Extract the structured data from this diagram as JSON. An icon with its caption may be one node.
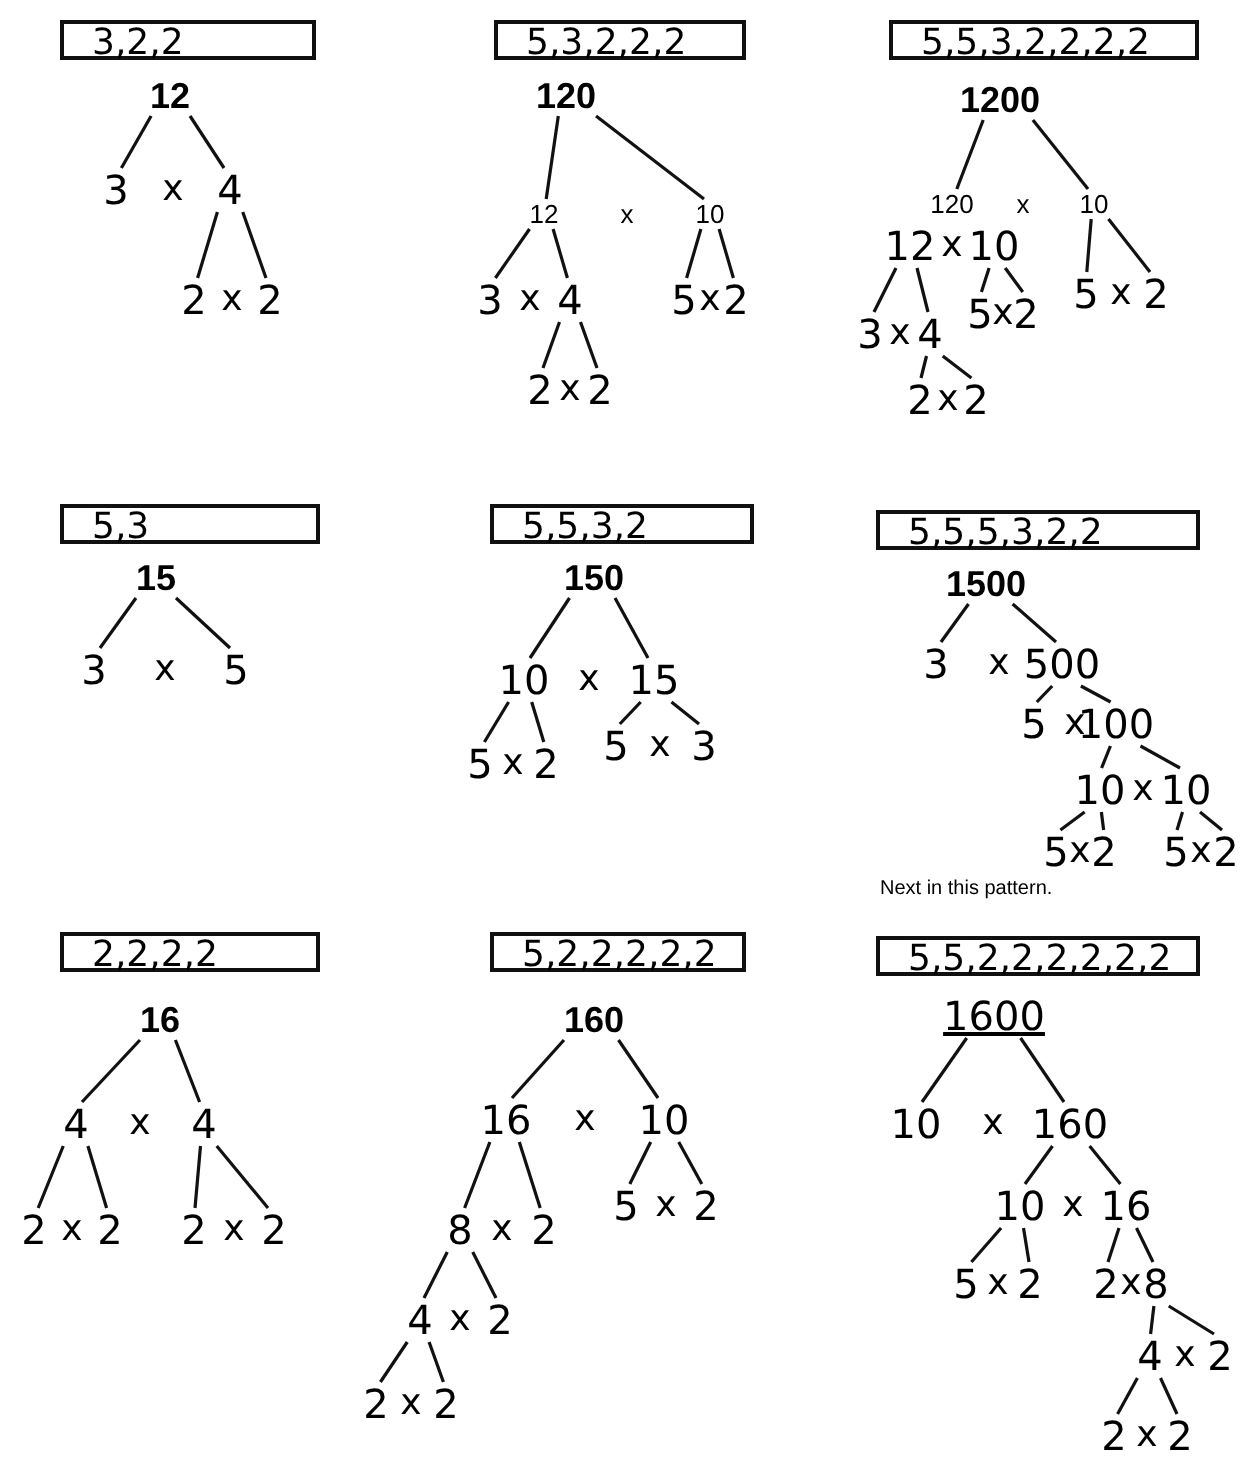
{
  "diagram": {
    "nodes": [
      {
        "text": [
          "3,2,2"
        ]
      },
      {
        "text": [
          "12"
        ]
      },
      {
        "text": [
          "3"
        ]
      },
      {
        "text": [
          "4"
        ]
      },
      {
        "text": [
          "2"
        ]
      },
      {
        "text": [
          "2"
        ]
      },
      {
        "text": [
          "5,3,2,2,2"
        ]
      },
      {
        "text": [
          "120"
        ]
      },
      {
        "text": [
          "12"
        ]
      },
      {
        "text": [
          "10"
        ]
      },
      {
        "text": [
          "3"
        ]
      },
      {
        "text": [
          "4"
        ]
      },
      {
        "text": [
          "5"
        ]
      },
      {
        "text": [
          "2"
        ]
      },
      {
        "text": [
          "2"
        ]
      },
      {
        "text": [
          "2"
        ]
      },
      {
        "text": [
          "5,5,3,2,2,2,2"
        ]
      },
      {
        "text": [
          "1200"
        ]
      },
      {
        "text": [
          "120"
        ]
      },
      {
        "text": [
          "10"
        ]
      },
      {
        "text": [
          "12"
        ]
      },
      {
        "text": [
          "10"
        ]
      },
      {
        "text": [
          "5"
        ]
      },
      {
        "text": [
          "2"
        ]
      },
      {
        "text": [
          "5"
        ]
      },
      {
        "text": [
          "2"
        ]
      },
      {
        "text": [
          "3"
        ]
      },
      {
        "text": [
          "4"
        ]
      },
      {
        "text": [
          "2"
        ]
      },
      {
        "text": [
          "2"
        ]
      },
      {
        "text": [
          "5,3"
        ]
      },
      {
        "text": [
          "15"
        ]
      },
      {
        "text": [
          "3"
        ]
      },
      {
        "text": [
          "5"
        ]
      },
      {
        "text": [
          "5,5,3,2"
        ]
      },
      {
        "text": [
          "150"
        ]
      },
      {
        "text": [
          "10"
        ]
      },
      {
        "text": [
          "15"
        ]
      },
      {
        "text": [
          "5"
        ]
      },
      {
        "text": [
          "2"
        ]
      },
      {
        "text": [
          "5"
        ]
      },
      {
        "text": [
          "3"
        ]
      },
      {
        "text": [
          "5,5,5,3,2,2"
        ]
      },
      {
        "text": [
          "1500"
        ]
      },
      {
        "text": [
          "3"
        ]
      },
      {
        "text": [
          "500"
        ]
      },
      {
        "text": [
          "5"
        ]
      },
      {
        "text": [
          "100"
        ]
      },
      {
        "text": [
          "10"
        ]
      },
      {
        "text": [
          "10"
        ]
      },
      {
        "text": [
          "5"
        ]
      },
      {
        "text": [
          "2"
        ]
      },
      {
        "text": [
          "5"
        ]
      },
      {
        "text": [
          "2"
        ]
      },
      {
        "text": [
          "2,2,2,2"
        ]
      },
      {
        "text": [
          "16"
        ]
      },
      {
        "text": [
          "4"
        ]
      },
      {
        "text": [
          "4"
        ]
      },
      {
        "text": [
          "2"
        ]
      },
      {
        "text": [
          "2"
        ]
      },
      {
        "text": [
          "2"
        ]
      },
      {
        "text": [
          "2"
        ]
      },
      {
        "text": [
          "5,2,2,2,2,2"
        ]
      },
      {
        "text": [
          "160"
        ]
      },
      {
        "text": [
          "16"
        ]
      },
      {
        "text": [
          "10"
        ]
      },
      {
        "text": [
          "8"
        ]
      },
      {
        "text": [
          "2"
        ]
      },
      {
        "text": [
          "5"
        ]
      },
      {
        "text": [
          "2"
        ]
      },
      {
        "text": [
          "4"
        ]
      },
      {
        "text": [
          "2"
        ]
      },
      {
        "text": [
          "2"
        ]
      },
      {
        "text": [
          "2"
        ]
      },
      {
        "text": [
          "5,5,2,2,2,2,2,2"
        ]
      },
      {
        "text": [
          "1600"
        ]
      },
      {
        "text": [
          "10"
        ]
      },
      {
        "text": [
          "160"
        ]
      },
      {
        "text": [
          "10"
        ]
      },
      {
        "text": [
          "16"
        ]
      },
      {
        "text": [
          "5"
        ]
      },
      {
        "text": [
          "2"
        ]
      },
      {
        "text": [
          "2"
        ]
      },
      {
        "text": [
          "8"
        ]
      },
      {
        "text": [
          "4"
        ]
      },
      {
        "text": [
          "2"
        ]
      },
      {
        "text": [
          "2"
        ]
      },
      {
        "text": [
          "2"
        ]
      }
    ],
    "edges": [
      {
        "from": 1,
        "to": 2,
        "arrow": "none"
      },
      {
        "from": 1,
        "to": 3,
        "arrow": "none"
      },
      {
        "from": 3,
        "to": 4,
        "arrow": "none"
      },
      {
        "from": 3,
        "to": 5,
        "arrow": "none"
      },
      {
        "from": 7,
        "to": 8,
        "arrow": "none"
      },
      {
        "from": 7,
        "to": 9,
        "arrow": "none"
      },
      {
        "from": 8,
        "to": 10,
        "arrow": "none"
      },
      {
        "from": 8,
        "to": 11,
        "arrow": "none"
      },
      {
        "from": 9,
        "to": 12,
        "arrow": "none"
      },
      {
        "from": 9,
        "to": 13,
        "arrow": "none"
      },
      {
        "from": 11,
        "to": 14,
        "arrow": "none"
      },
      {
        "from": 11,
        "to": 15,
        "arrow": "none"
      },
      {
        "from": 17,
        "to": 18,
        "arrow": "none"
      },
      {
        "from": 17,
        "to": 19,
        "arrow": "none"
      },
      {
        "from": 19,
        "to": 22,
        "arrow": "none"
      },
      {
        "from": 19,
        "to": 23,
        "arrow": "none"
      },
      {
        "from": 21,
        "to": 24,
        "arrow": "none"
      },
      {
        "from": 21,
        "to": 25,
        "arrow": "none"
      },
      {
        "from": 20,
        "to": 26,
        "arrow": "none"
      },
      {
        "from": 20,
        "to": 27,
        "arrow": "none"
      },
      {
        "from": 27,
        "to": 28,
        "arrow": "none"
      },
      {
        "from": 27,
        "to": 29,
        "arrow": "none"
      },
      {
        "from": 31,
        "to": 32,
        "arrow": "none"
      },
      {
        "from": 31,
        "to": 33,
        "arrow": "none"
      },
      {
        "from": 35,
        "to": 36,
        "arrow": "none"
      },
      {
        "from": 35,
        "to": 37,
        "arrow": "none"
      },
      {
        "from": 36,
        "to": 38,
        "arrow": "none"
      },
      {
        "from": 36,
        "to": 39,
        "arrow": "none"
      },
      {
        "from": 37,
        "to": 40,
        "arrow": "none"
      },
      {
        "from": 37,
        "to": 41,
        "arrow": "none"
      },
      {
        "from": 43,
        "to": 44,
        "arrow": "none"
      },
      {
        "from": 43,
        "to": 45,
        "arrow": "none"
      },
      {
        "from": 45,
        "to": 46,
        "arrow": "none"
      },
      {
        "from": 45,
        "to": 47,
        "arrow": "none"
      },
      {
        "from": 47,
        "to": 48,
        "arrow": "none"
      },
      {
        "from": 47,
        "to": 49,
        "arrow": "none"
      },
      {
        "from": 48,
        "to": 50,
        "arrow": "none"
      },
      {
        "from": 48,
        "to": 51,
        "arrow": "none"
      },
      {
        "from": 49,
        "to": 52,
        "arrow": "none"
      },
      {
        "from": 49,
        "to": 53,
        "arrow": "none"
      },
      {
        "from": 55,
        "to": 56,
        "arrow": "none"
      },
      {
        "from": 55,
        "to": 57,
        "arrow": "none"
      },
      {
        "from": 56,
        "to": 58,
        "arrow": "none"
      },
      {
        "from": 56,
        "to": 59,
        "arrow": "none"
      },
      {
        "from": 57,
        "to": 60,
        "arrow": "none"
      },
      {
        "from": 57,
        "to": 61,
        "arrow": "none"
      },
      {
        "from": 63,
        "to": 64,
        "arrow": "none"
      },
      {
        "from": 63,
        "to": 65,
        "arrow": "none"
      },
      {
        "from": 64,
        "to": 66,
        "arrow": "none"
      },
      {
        "from": 64,
        "to": 67,
        "arrow": "none"
      },
      {
        "from": 65,
        "to": 68,
        "arrow": "none"
      },
      {
        "from": 65,
        "to": 69,
        "arrow": "none"
      },
      {
        "from": 66,
        "to": 70,
        "arrow": "none"
      },
      {
        "from": 66,
        "to": 71,
        "arrow": "none"
      },
      {
        "from": 70,
        "to": 72,
        "arrow": "none"
      },
      {
        "from": 70,
        "to": 73,
        "arrow": "none"
      },
      {
        "from": 75,
        "to": 76,
        "arrow": "none"
      },
      {
        "from": 75,
        "to": 77,
        "arrow": "none"
      },
      {
        "from": 77,
        "to": 78,
        "arrow": "none"
      },
      {
        "from": 77,
        "to": 79,
        "arrow": "none"
      },
      {
        "from": 78,
        "to": 80,
        "arrow": "none"
      },
      {
        "from": 78,
        "to": 81,
        "arrow": "none"
      },
      {
        "from": 79,
        "to": 82,
        "arrow": "none"
      },
      {
        "from": 79,
        "to": 83,
        "arrow": "none"
      },
      {
        "from": 83,
        "to": 84,
        "arrow": "none"
      },
      {
        "from": 83,
        "to": 85,
        "arrow": "none"
      },
      {
        "from": 84,
        "to": 86,
        "arrow": "none"
      },
      {
        "from": 84,
        "to": 87,
        "arrow": "none"
      }
    ],
    "labels": [
      "x",
      "x",
      "x",
      "x",
      "x",
      "x",
      "x",
      "x",
      "x",
      "x",
      "x",
      "x",
      "x",
      "x",
      "x",
      "x",
      "x",
      "x",
      "x",
      "x",
      "x",
      "Next in this pattern.",
      "x",
      "x",
      "x",
      "x",
      "x",
      "x",
      "x",
      "x",
      "x",
      "x",
      "x",
      "x",
      "x",
      "x"
    ]
  }
}
